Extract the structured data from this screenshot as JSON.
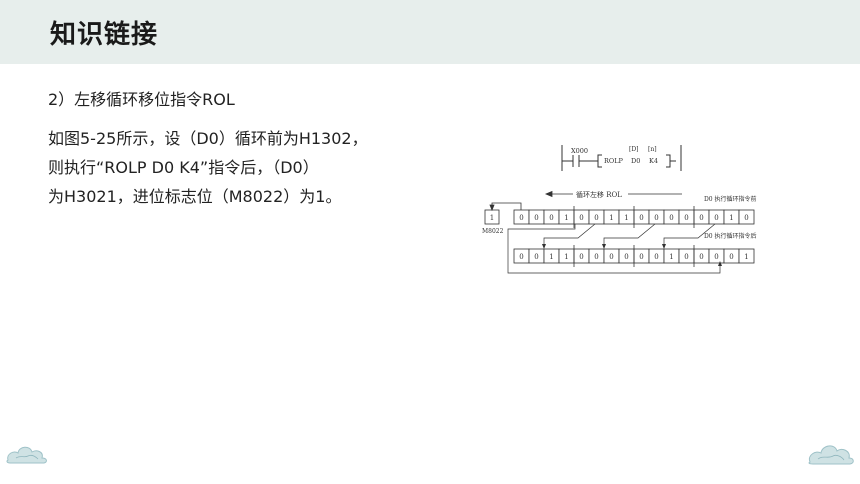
{
  "header": {
    "title": "知识链接"
  },
  "content": {
    "subtitle": "2）左移循环移位指令ROL",
    "lines": [
      "如图5-25所示，设（D0）循环前为H1302，",
      "则执行“ROLP D0 K4”指令后，（D0）",
      "为H3021，进位标志位（M8022）为1。"
    ]
  },
  "diagram": {
    "contact": "X000",
    "instruction": "ROLP",
    "operand_d_header": "[D]",
    "operand_n_header": "[n]",
    "operand_d": "D0",
    "operand_n": "K4",
    "shift_label": "循环左移 ROL",
    "before_label": "D0 执行循环指令前",
    "after_label": "D0 执行循环指令后",
    "carry_value": "1",
    "carry_flag": "M8022",
    "before_bits": [
      "0",
      "0",
      "0",
      "1",
      "0",
      "0",
      "1",
      "1",
      "0",
      "0",
      "0",
      "0",
      "0",
      "0",
      "1",
      "0"
    ],
    "after_bits": [
      "0",
      "0",
      "1",
      "1",
      "0",
      "0",
      "0",
      "0",
      "0",
      "0",
      "1",
      "0",
      "0",
      "0",
      "0",
      "1"
    ]
  }
}
